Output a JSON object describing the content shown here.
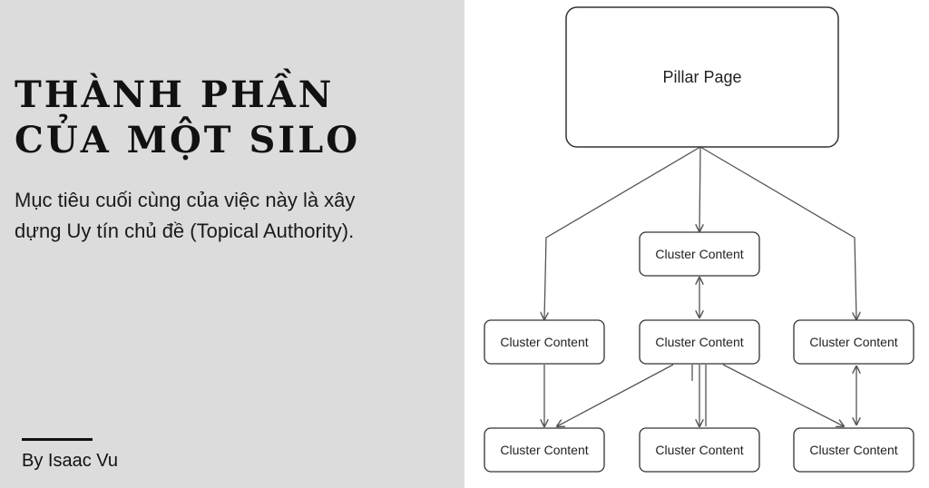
{
  "title": {
    "line1": "THÀNH PHẦN",
    "line2": "CỦA MỘT SILO"
  },
  "subtitle": {
    "line1": "Mục tiêu cuối cùng của việc này là xây",
    "line2": "dựng Uy tín chủ đề (Topical Authority)."
  },
  "author": "By Isaac Vu",
  "colors": {
    "left_panel_bg": "#dcdcdc",
    "diagram_bg": "#ffffff",
    "node_stroke": "#333333",
    "edge_stroke": "#555555"
  },
  "diagram": {
    "pillar": {
      "label": "Pillar Page"
    },
    "cluster_top": {
      "label": "Cluster Content"
    },
    "cluster_mid_left": {
      "label": "Cluster Content"
    },
    "cluster_mid_center": {
      "label": "Cluster Content"
    },
    "cluster_mid_right": {
      "label": "Cluster Content"
    },
    "cluster_bottom_left": {
      "label": "Cluster Content"
    },
    "cluster_bottom_center": {
      "label": "Cluster Content"
    },
    "cluster_bottom_right": {
      "label": "Cluster Content"
    }
  }
}
